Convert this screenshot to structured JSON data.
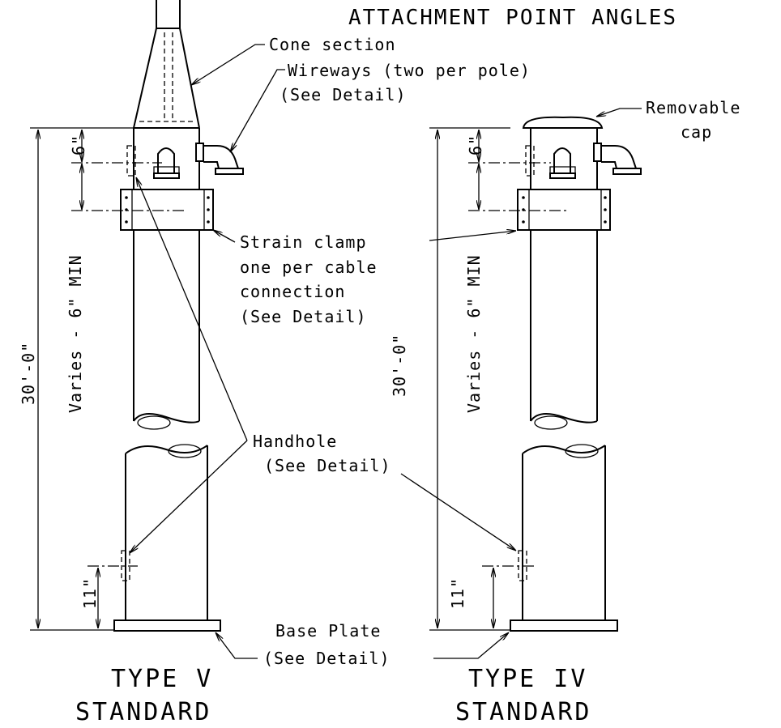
{
  "title": "ATTACHMENT POINT ANGLES",
  "callouts": {
    "cone_section": "Cone section",
    "wireways": "Wireways (two per pole)",
    "wireways_detail": "(See Detail)",
    "removable_cap_1": "Removable",
    "removable_cap_2": "cap",
    "strain_clamp_1": "Strain clamp",
    "strain_clamp_2": "one per cable",
    "strain_clamp_3": "connection",
    "strain_clamp_4": "(See Detail)",
    "handhole_1": "Handhole",
    "handhole_2": "(See Detail)",
    "base_plate_1": "Base Plate",
    "base_plate_2": "(See Detail)"
  },
  "dimensions": {
    "height": "30'-0\"",
    "varies": "Varies - 6\" MIN",
    "top_offset": "6\"",
    "handhole_height": "11\""
  },
  "poles": {
    "type_v": {
      "line1": "TYPE V",
      "line2": "STANDARD"
    },
    "type_iv": {
      "line1": "TYPE IV",
      "line2": "STANDARD"
    }
  }
}
